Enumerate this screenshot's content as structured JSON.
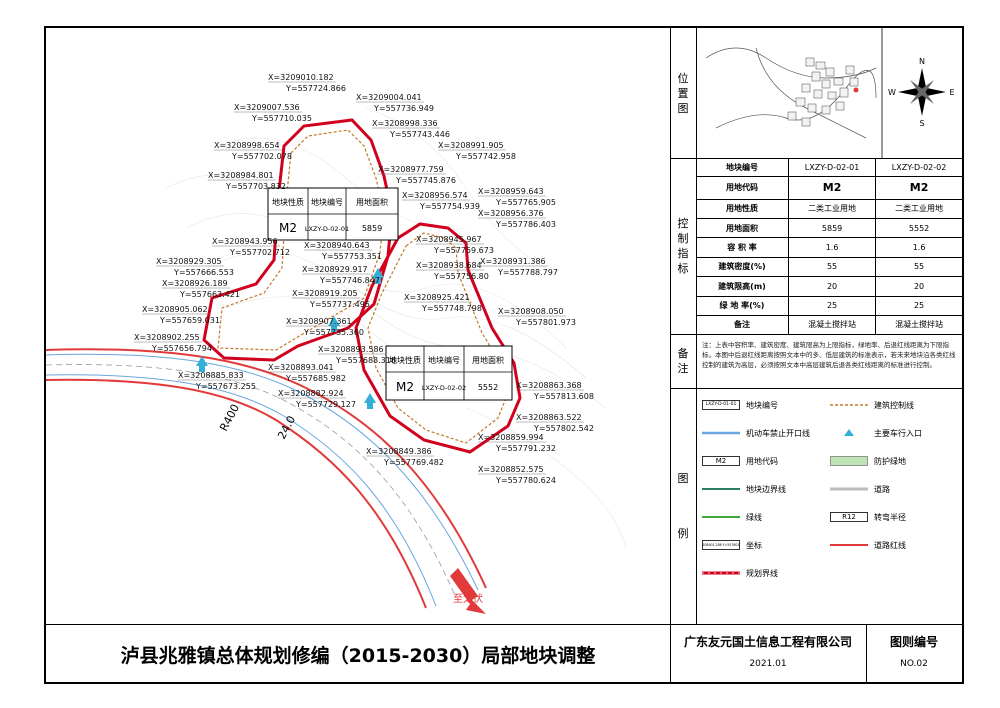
{
  "title": "泸县兆雅镇总体规划修编（2015-2030）局部地块调整",
  "company": "广东友元国土信息工程有限公司",
  "date": "2021.01",
  "drawing_no_label": "图则编号",
  "drawing_no": "NO.02",
  "panel_labels": {
    "location": [
      "位",
      "置",
      "图"
    ],
    "control": [
      "控",
      "制",
      "指",
      "标"
    ],
    "notes": [
      "备",
      "注"
    ],
    "legend": [
      "图",
      "例"
    ]
  },
  "compass": {
    "n": "N",
    "s": "S",
    "e": "E",
    "w": "W"
  },
  "control_table": {
    "rows": [
      {
        "label": "地块编号",
        "a": "LXZY-D-02-01",
        "b": "LXZY-D-02-02",
        "big": false
      },
      {
        "label": "用地代码",
        "a": "M2",
        "b": "M2",
        "big": true
      },
      {
        "label": "用地性质",
        "a": "二类工业用地",
        "b": "二类工业用地",
        "big": false
      },
      {
        "label": "用地面积",
        "a": "5859",
        "b": "5552",
        "big": false
      },
      {
        "label": "容 积 率",
        "a": "1.6",
        "b": "1.6",
        "big": false
      },
      {
        "label": "建筑密度(%)",
        "a": "55",
        "b": "55",
        "big": false
      },
      {
        "label": "建筑限高(m)",
        "a": "20",
        "b": "20",
        "big": false
      },
      {
        "label": "绿 地 率(%)",
        "a": "25",
        "b": "25",
        "big": false
      },
      {
        "label": "备注",
        "a": "混凝土搅拌站",
        "b": "混凝土搅拌站",
        "big": false
      }
    ]
  },
  "notes_text": "注：上表中容积率、建筑密度、建筑限高为上限指标，绿地率、后退红线距离为下限指标。本图中后退红线距离按照文本中的多、低层建筑的标准表示，若未来地块沿各类红线控制的建筑为高层，必须按照文本中高层建筑后退各类红线距离的标准进行控制。",
  "legend": [
    {
      "key": "parcel-code",
      "label": "地块编号",
      "sym_text": "LXZY-D-01-01",
      "icon": "parcel-code-icon"
    },
    {
      "key": "building-line",
      "label": "建筑控制线",
      "icon": "building-line-icon",
      "color": "#c07a2a"
    },
    {
      "key": "no-opening",
      "label": "机动车禁止开口线",
      "icon": "no-opening-line-icon",
      "color": "#6aa6e0"
    },
    {
      "key": "main-entrance",
      "label": "主要车行入口",
      "icon": "entrance-arrow-icon",
      "color": "#34b0d6"
    },
    {
      "key": "land-code",
      "label": "用地代码",
      "sym_text": "M2",
      "icon": "land-code-icon"
    },
    {
      "key": "buffer-green",
      "label": "防护绿地",
      "icon": "buffer-green-icon",
      "color": "#bfe3b4"
    },
    {
      "key": "parcel-boundary",
      "label": "地块边界线",
      "icon": "parcel-boundary-icon",
      "color": "#2b7f5e"
    },
    {
      "key": "road",
      "label": "道路",
      "icon": "road-icon",
      "color": "#bbbbbb"
    },
    {
      "key": "green-line",
      "label": "绿线",
      "icon": "green-line-icon",
      "color": "#3aa83a"
    },
    {
      "key": "turn-radius",
      "label": "转弯半径",
      "sym_text": "R12",
      "icon": "turn-radius-icon"
    },
    {
      "key": "coordinate",
      "label": "坐标",
      "sym_text": "X=3208901.286 Y=557601.275",
      "icon": "coordinate-icon"
    },
    {
      "key": "road-red-line",
      "label": "道路红线",
      "icon": "road-red-line-icon",
      "color": "#e23a3a"
    },
    {
      "key": "plan-boundary",
      "label": "规划界线",
      "icon": "plan-boundary-icon",
      "color": "#d1001c"
    }
  ],
  "map": {
    "boxes": [
      {
        "name": "parcel-01-info",
        "headers": [
          "地块性质",
          "地块编号",
          "用地面积"
        ],
        "values": [
          "M2",
          "LXZY-D-02-01",
          "5859"
        ]
      },
      {
        "name": "parcel-02-info",
        "headers": [
          "地块性质",
          "地块编号",
          "用地面积"
        ],
        "values": [
          "M2",
          "LXZY-D-02-02",
          "5552"
        ]
      }
    ],
    "coords": [
      {
        "x": "X=3209010.182",
        "y": "Y=557724.866"
      },
      {
        "x": "X=3209007.536",
        "y": "Y=557710.035"
      },
      {
        "x": "X=3209004.041",
        "y": "Y=557736.949"
      },
      {
        "x": "X=3208998.336",
        "y": "Y=557743.446"
      },
      {
        "x": "X=3208998.654",
        "y": "Y=557702.078"
      },
      {
        "x": "X=3208991.905",
        "y": "Y=557742.958"
      },
      {
        "x": "X=3208984.801",
        "y": "Y=557703.832"
      },
      {
        "x": "X=3208977.759",
        "y": "Y=557745.876"
      },
      {
        "x": "X=3208959.643",
        "y": "Y=557765.905"
      },
      {
        "x": "X=3208956.574",
        "y": "Y=557754.939"
      },
      {
        "x": "X=3208956.376",
        "y": "Y=557786.403"
      },
      {
        "x": "X=3208943.956",
        "y": "Y=557702.712"
      },
      {
        "x": "X=3208940.643",
        "y": "Y=557753.351"
      },
      {
        "x": "X=3208945.967",
        "y": "Y=557759.673"
      },
      {
        "x": "X=3208929.305",
        "y": "Y=557666.553"
      },
      {
        "x": "X=3208929.917",
        "y": "Y=557746.847"
      },
      {
        "x": "X=3208938.684",
        "y": "Y=557756.80"
      },
      {
        "x": "X=3208931.386",
        "y": "Y=557788.797"
      },
      {
        "x": "X=3208926.189",
        "y": "Y=557663.421"
      },
      {
        "x": "X=3208919.205",
        "y": "Y=557737.495"
      },
      {
        "x": "X=3208925.421",
        "y": "Y=557748.798"
      },
      {
        "x": "X=3208905.062",
        "y": "Y=557659.031"
      },
      {
        "x": "X=3208908.050",
        "y": "Y=557801.973"
      },
      {
        "x": "X=3208907.361",
        "y": "Y=557735.360"
      },
      {
        "x": "X=3208902.255",
        "y": "Y=557656.794"
      },
      {
        "x": "X=3208893.586",
        "y": "Y=557688.318"
      },
      {
        "x": "X=3208893.041",
        "y": "Y=557685.982"
      },
      {
        "x": "X=3208885.833",
        "y": "Y=557673.255"
      },
      {
        "x": "X=3208882.924",
        "y": "Y=557729.127"
      },
      {
        "x": "X=3208863.368",
        "y": "Y=557813.608"
      },
      {
        "x": "X=3208863.522",
        "y": "Y=557802.542"
      },
      {
        "x": "X=3208859.994",
        "y": "Y=557791.232"
      },
      {
        "x": "X=3208849.386",
        "y": "Y=557769.482"
      },
      {
        "x": "X=3208852.575",
        "y": "Y=557780.624"
      }
    ],
    "road_radius": "R400",
    "road_width": "24.0",
    "destination": "至太伏"
  }
}
